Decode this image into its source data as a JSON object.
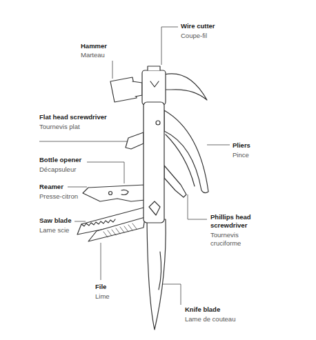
{
  "diagram": {
    "labels": [
      "Hammer",
      "Marteau",
      "Wire cutter",
      "Coupe-fil",
      "Flat head screwdriver",
      "Tournevis plat",
      "Pliers",
      "Pince",
      "Bottle opener",
      "Décapsuleur",
      "Reamer",
      "Presse-citron",
      "Saw blade",
      "Lame scie",
      "Phillips head screwdriver",
      "Tournevis cruciforme",
      "File",
      "Lime",
      "Knife blade",
      "Lame de couteau"
    ]
  }
}
